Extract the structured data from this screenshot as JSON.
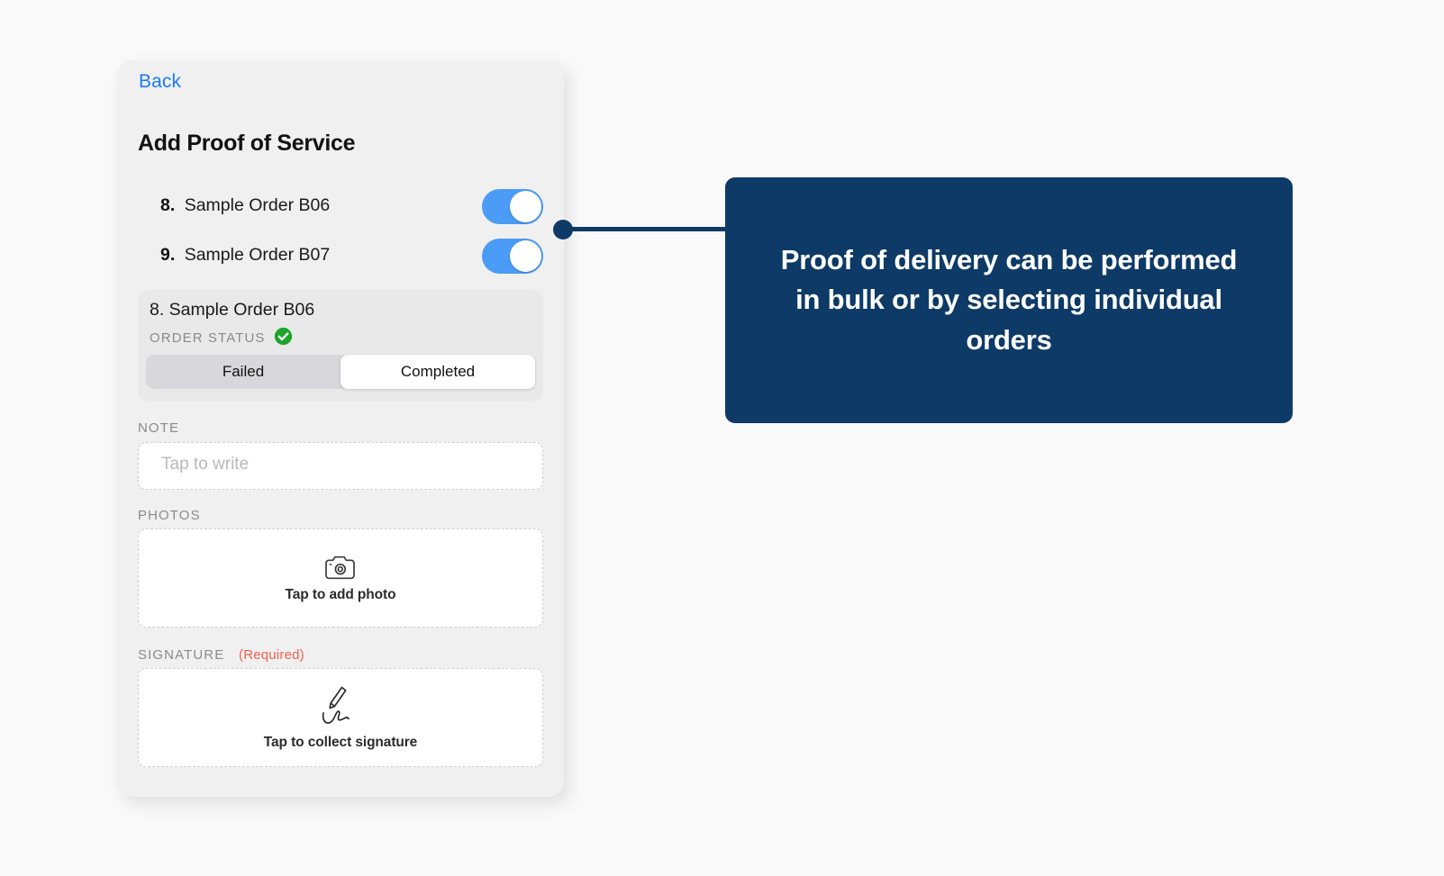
{
  "panel": {
    "back_label": "Back",
    "title": "Add Proof of Service",
    "orders": [
      {
        "number": "8.",
        "name": "Sample Order B06",
        "toggle_on": true
      },
      {
        "number": "9.",
        "name": "Sample Order B07",
        "toggle_on": true
      }
    ],
    "order_status_card": {
      "title": "8. Sample Order B06",
      "status_label": "ORDER STATUS",
      "status_icon": "green-check-icon",
      "segments": [
        {
          "label": "Failed",
          "selected": false
        },
        {
          "label": "Completed",
          "selected": true
        }
      ]
    },
    "note": {
      "label": "NOTE",
      "value": "",
      "placeholder": "Tap to write"
    },
    "photos": {
      "label": "PHOTOS",
      "icon": "camera-icon",
      "caption": "Tap to add photo"
    },
    "signature": {
      "label": "SIGNATURE",
      "required_text": "(Required)",
      "icon": "signature-pen-icon",
      "caption": "Tap to collect signature"
    }
  },
  "callout": {
    "text": "Proof of delivery can be performed in bulk or by selecting individual orders"
  },
  "colors": {
    "page_background": "#f9f9f9",
    "panel_background": "#f0f0f0",
    "back_link": "#1a7af8",
    "toggle_on": "#4a9cf6",
    "status_check_green": "#1da52a",
    "required_red": "#f0604f",
    "callout_navy": "#0d3a66",
    "label_gray": "#8b8b8e"
  }
}
